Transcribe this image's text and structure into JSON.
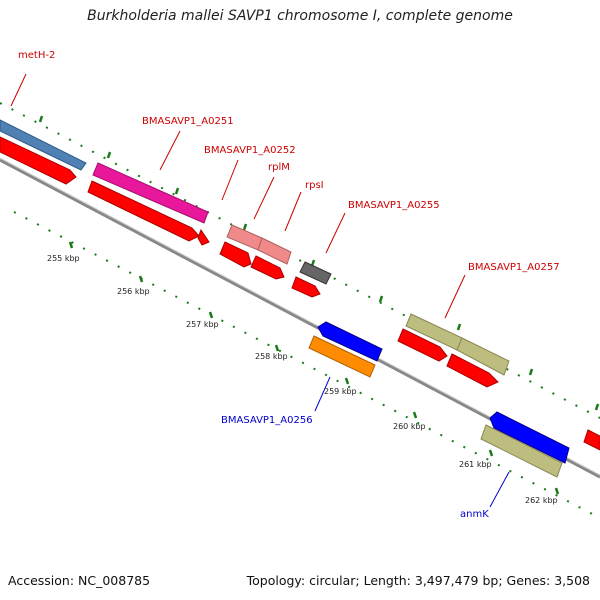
{
  "title": "Burkholderia mallei SAVP1 chromosome I, complete genome",
  "accession": "Accession: NC_008785",
  "summary": "Topology: circular; Length: 3,497,479 bp; Genes: 3,508",
  "ticks": [
    "255 kbp",
    "256 kbp",
    "257 kbp",
    "258 kbp",
    "259 kbp",
    "260 kbp",
    "261 kbp",
    "262 kbp"
  ],
  "genes": [
    {
      "label": "metH-2",
      "color": "#4f81b4",
      "strand": "+",
      "label_color": "#cc0000"
    },
    {
      "label": "BMASAVP1_A0251",
      "color": "#e8179b",
      "strand": "+",
      "label_color": "#cc0000"
    },
    {
      "label": "BMASAVP1_A0252",
      "color": "#f08a8a",
      "strand": "+",
      "label_color": "#cc0000"
    },
    {
      "label": "rplM",
      "color": "#f08a8a",
      "strand": "+",
      "label_color": "#cc0000"
    },
    {
      "label": "rpsI",
      "color": "#666666",
      "strand": "+",
      "label_color": "#cc0000"
    },
    {
      "label": "BMASAVP1_A0255",
      "color": "#666666",
      "strand": "+",
      "label_color": "#cc0000"
    },
    {
      "label": "BMASAVP1_A0257",
      "color": "#bdbd80",
      "strand": "+",
      "label_color": "#cc0000"
    },
    {
      "label": "BMASAVP1_A0256",
      "color": "#ff8c00",
      "strand": "-",
      "label_color": "#0000cc"
    },
    {
      "label": "anmK",
      "color": "#bdbd80",
      "strand": "-",
      "label_color": "#0000cc"
    }
  ],
  "colors": {
    "cds": "#ff0000",
    "backbone": "#888888",
    "tick": "#1a7a1a"
  }
}
